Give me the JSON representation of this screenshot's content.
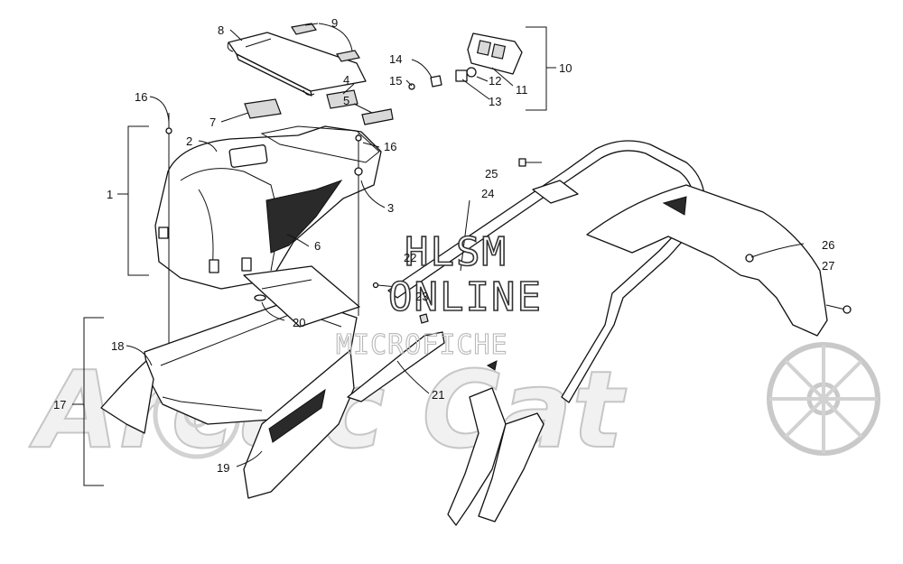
{
  "watermark": {
    "line1": "HLSM",
    "line2": "ONLINE",
    "line3": "MICROFICHE",
    "logo": "Arctic Cat"
  },
  "callouts": [
    {
      "id": "c1",
      "text": "1"
    },
    {
      "id": "c2",
      "text": "2"
    },
    {
      "id": "c3",
      "text": "3"
    },
    {
      "id": "c4",
      "text": "4"
    },
    {
      "id": "c5",
      "text": "5"
    },
    {
      "id": "c6",
      "text": "6"
    },
    {
      "id": "c7",
      "text": "7"
    },
    {
      "id": "c8",
      "text": "8"
    },
    {
      "id": "c9",
      "text": "9"
    },
    {
      "id": "c10",
      "text": "10"
    },
    {
      "id": "c11",
      "text": "11"
    },
    {
      "id": "c12",
      "text": "12"
    },
    {
      "id": "c13",
      "text": "13"
    },
    {
      "id": "c14",
      "text": "14"
    },
    {
      "id": "c15",
      "text": "15"
    },
    {
      "id": "c16a",
      "text": "16"
    },
    {
      "id": "c16b",
      "text": "16"
    },
    {
      "id": "c17",
      "text": "17"
    },
    {
      "id": "c18",
      "text": "18"
    },
    {
      "id": "c19",
      "text": "19"
    },
    {
      "id": "c20",
      "text": "20"
    },
    {
      "id": "c21",
      "text": "21"
    },
    {
      "id": "c22",
      "text": "22"
    },
    {
      "id": "c23",
      "text": "23"
    },
    {
      "id": "c24",
      "text": "24"
    },
    {
      "id": "c25",
      "text": "25"
    },
    {
      "id": "c26",
      "text": "26"
    },
    {
      "id": "c27",
      "text": "27"
    }
  ]
}
